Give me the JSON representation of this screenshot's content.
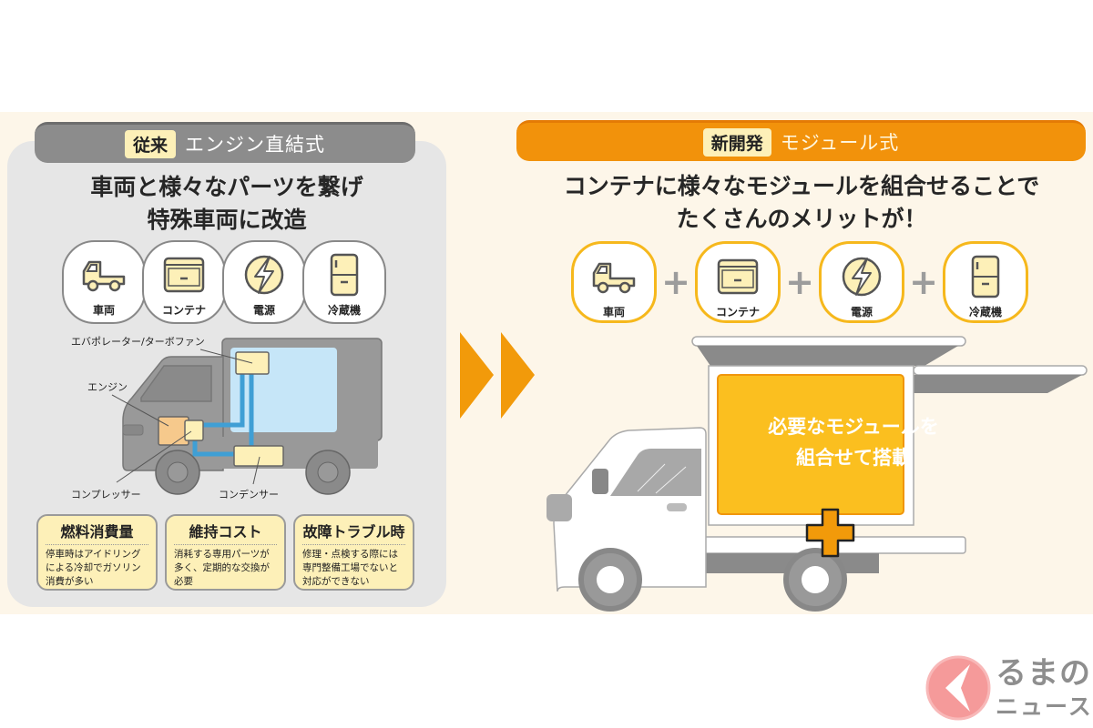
{
  "left": {
    "header_tag": "従来",
    "header_text": "エンジン直結式",
    "title_line1": "車両と様々なパーツを繋げ",
    "title_line2": "特殊車両に改造",
    "icons": [
      {
        "icon": "truck-icon",
        "label": "車両"
      },
      {
        "icon": "container-icon",
        "label": "コンテナ"
      },
      {
        "icon": "lightning-icon",
        "label": "電源"
      },
      {
        "icon": "refrigerator-icon",
        "label": "冷蔵機"
      }
    ],
    "diagram_labels": {
      "evaporator": "エバポレーター/ターボファン",
      "engine": "エンジン",
      "compressor": "コンプレッサー",
      "condenser": "コンデンサー"
    },
    "issues": [
      {
        "title": "燃料消費量",
        "body": "停車時はアイドリングによる冷却でガソリン消費が多い"
      },
      {
        "title": "維持コスト",
        "body": "消耗する専用パーツが多く、定期的な交換が必要"
      },
      {
        "title": "故障トラブル時",
        "body": "修理・点検する際には専門整備工場でないと対応ができない"
      }
    ]
  },
  "arrow_icon": "double-chevron-right-icon",
  "right": {
    "header_tag": "新開発",
    "header_text": "モジュール式",
    "title_line1": "コンテナに様々なモジュールを組合せることで",
    "title_line2": "たくさんのメリットが！",
    "icons": [
      {
        "icon": "truck-icon",
        "label": "車両"
      },
      {
        "icon": "container-icon",
        "label": "コンテナ"
      },
      {
        "icon": "lightning-icon",
        "label": "電源"
      },
      {
        "icon": "refrigerator-icon",
        "label": "冷蔵機"
      }
    ],
    "plus": "+",
    "module_text_line1": "必要なモジュールを",
    "module_text_line2": "組合せて搭載"
  },
  "logo": {
    "line1": "るまの",
    "line2": "ニュース"
  },
  "colors": {
    "band": "#fdf6e9",
    "left_panel": "#e6e6e6",
    "left_header": "#8c8c8c",
    "right_header": "#f2920b",
    "tag": "#fdf0b8",
    "icon_fill": "#fdf0b8",
    "module": "#fbbf1f",
    "arrow": "#f29a0a",
    "pipe": "#3f9fd5",
    "logo": "#f59a9a"
  }
}
